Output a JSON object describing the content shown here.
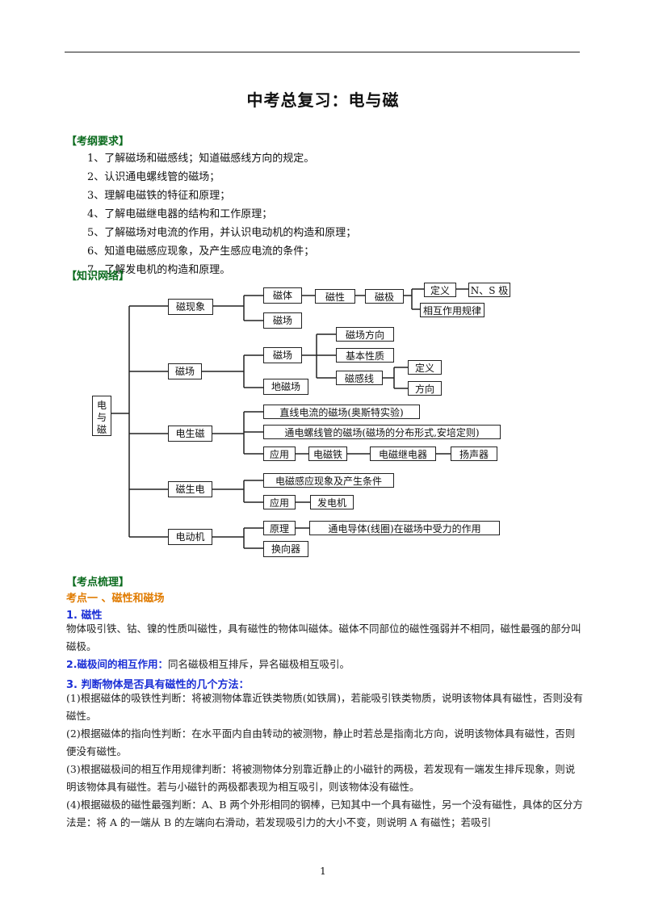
{
  "title": "中考总复习：电与磁",
  "sections": {
    "outline": "【考纲要求】",
    "network": "【知识网络】",
    "points": "【考点梳理】"
  },
  "requirements": [
    "1、了解磁场和磁感线；知道磁感线方向的规定。",
    "2、认识通电螺线管的磁场；",
    "3、理解电磁铁的特征和原理；",
    "4、了解电磁继电器的结构和工作原理；",
    "5、了解磁场对电流的作用，并认识电动机的构造和原理；",
    "6、知道电磁感应现象，及产生感应电流的条件；",
    "7、了解发电机的构造和原理。"
  ],
  "diagram": {
    "root": "电与磁",
    "magnetic_phenomenon": "磁现象",
    "magnet": "磁体",
    "magnetism": "磁性",
    "pole": "磁极",
    "definition": "定义",
    "ns_pole": "N、S 极",
    "interaction_rule": "相互作用规律",
    "field_small": "磁场",
    "field_branch": "磁场",
    "field_sub": "磁场",
    "field_direction": "磁场方向",
    "basic_property": "基本性质",
    "field_lines": "磁感线",
    "definition2": "定义",
    "direction": "方向",
    "earth_field": "地磁场",
    "electro_magnetism": "电生磁",
    "straight_current": "直线电流的磁场(奥斯特实验)",
    "solenoid": "通电螺线管的磁场(磁场的分布形式,安培定则)",
    "application": "应用",
    "electromagnet": "电磁铁",
    "relay": "电磁继电器",
    "speaker": "扬声器",
    "magneto_electricity": "磁生电",
    "induction": "电磁感应现象及产生条件",
    "application2": "应用",
    "generator": "发电机",
    "motor": "电动机",
    "principle": "原理",
    "force_on_conductor": "通电导体(线圈)在磁场中受力的作用",
    "commutator": "换向器"
  },
  "point1": {
    "heading": "考点一 、磁性和磁场",
    "s1_title": "1. 磁性",
    "s1_text": "物体吸引铁、钴、镍的性质叫磁性，具有磁性的物体叫磁体。磁体不同部位的磁性强弱并不相同，磁性最强的部分叫磁极。",
    "s2_title": "2.磁极间的相互作用：",
    "s2_text": "同名磁极相互排斥，异名磁极相互吸引。",
    "s3_title": "3. 判断物体是否具有磁性的几个方法：",
    "methods": [
      "(1)根据磁体的吸铁性判断：将被测物体靠近铁类物质(如铁屑)，若能吸引铁类物质，说明该物体具有磁性，否则没有磁性。",
      "(2)根据磁体的指向性判断：在水平面内自由转动的被测物，静止时若总是指南北方向，说明该物体具有磁性，否则便没有磁性。",
      "(3)根据磁极间的相互作用规律判断：将被测物体分别靠近静止的小磁针的两极，若发现有一端发生排斥现象，则说明该物体具有磁性。若与小磁针的两极都表现为相互吸引，则该物体没有磁性。",
      "(4)根据磁极的磁性最强判断：A、B 两个外形相同的钢棒，已知其中一个具有磁性，另一个没有磁性，具体的区分方法是：将 A 的一端从 B 的左端向右滑动，若发现吸引力的大小不变，则说明 A 有磁性；若吸引"
    ]
  },
  "page_number": "1"
}
